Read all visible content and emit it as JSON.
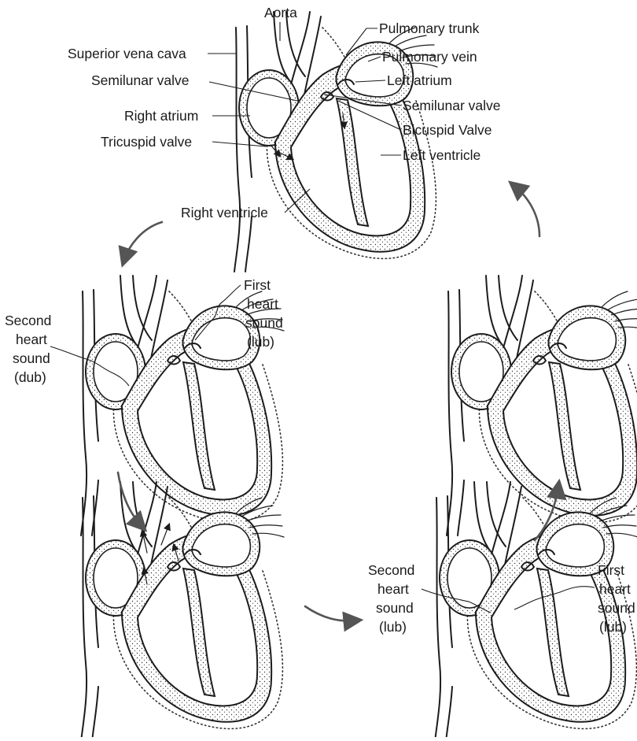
{
  "labels": {
    "aorta": "Aorta",
    "pulmonary_trunk": "Pulmonary trunk",
    "superior_vena_cava": "Superior vena cava",
    "pulmonary_vein": "Pulmonary vein",
    "semilunar_valve_left": "Semilunar valve",
    "left_atrium": "Left atrium",
    "right_atrium": "Right atrium",
    "semilunar_valve_right": "Semilunar valve",
    "bicuspid_valve": "Bicuspid Valve",
    "tricuspid_valve": "Tricuspid valve",
    "left_ventricle": "Left ventricle",
    "right_ventricle": "Right ventricle"
  },
  "sound_labels": {
    "heart2_first": [
      "First",
      "heart",
      "sound",
      "(lub)"
    ],
    "heart2_second": [
      "Second",
      "heart",
      "sound",
      "(dub)"
    ],
    "heart4_second": [
      "Second",
      "heart",
      "sound",
      "(lub)"
    ],
    "heart4_first": [
      "First",
      "heart",
      "sound",
      "(lub)"
    ]
  },
  "colors": {
    "ink": "#1c1c1c",
    "cycle_arrow": "#555555",
    "background": "#ffffff"
  }
}
